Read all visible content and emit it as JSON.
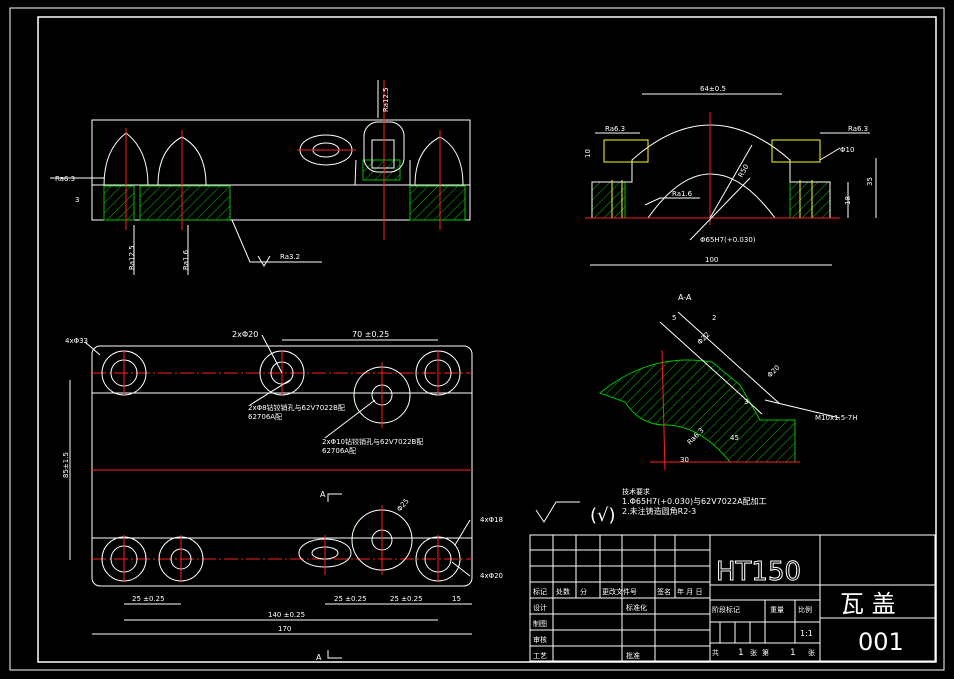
{
  "views": {
    "front": {
      "roughness": {
        "left": "Ra6.3",
        "bottom1": "Ra12.5",
        "bottom2": "Ra1.6",
        "leader": "Ra3.2",
        "top": "Ra12.5"
      },
      "dim_3": "3"
    },
    "side": {
      "dim_top": "64±0.5",
      "ra_left": "Ra6.3",
      "ra_right": "Ra6.3",
      "ra_center": "Ra1.6",
      "dim_r": "R50",
      "dim_phi65": "Φ65H7(+0.030)",
      "dim_100": "100",
      "dim_35": "35",
      "dim_18": "18",
      "dim_10": "10",
      "dim_phi10": "Φ10"
    },
    "section": {
      "label": "A-A",
      "thread": "M10x1.5-7H",
      "dim_5": "5",
      "dim_3": "3",
      "dim_phi22": "Φ22",
      "dim_phi20": "Φ20",
      "dim_ra": "Ra6.3",
      "dim_2": "2",
      "dim_30": "30",
      "dim_45": "45"
    },
    "plan": {
      "c_note": "4xΦ33",
      "hole_2x20": "2xΦ20",
      "dim_70": "70 ±0.25",
      "note_pin1": "2xΦ8钻铰销孔与62V7022B配",
      "note_pin1b": "62706A配",
      "note_pin2": "2xΦ10钻铰销孔与62V7022B配",
      "note_pin2b": "62706A配",
      "dim_height": "85±1.5",
      "phi25": "Φ25",
      "hole_4x18": "4xΦ18",
      "hole_4x20": "4xΦ20",
      "section_mark": "A",
      "dim_25a": "25 ±0.25",
      "dim_25b": "25 ±0.25",
      "dim_25c": "25 ±0.25",
      "dim_15": "15",
      "dim_140": "140 ±0.25",
      "dim_170": "170"
    }
  },
  "notes": {
    "heading": "技术要求",
    "line1": "1.Φ65H7(+0.030)与62V7022A配加工",
    "line2": "2.未注铸造圆角R2-3"
  },
  "title_block": {
    "material": "HT150",
    "part_name": "瓦  盖",
    "drawing_no": "001",
    "scale": "1:1",
    "row_labels": [
      "标记",
      "设计",
      "制图",
      "审核",
      "工艺"
    ],
    "header_cols": [
      "处数",
      "分",
      "更改文件号",
      "签名",
      "年 月 日"
    ],
    "std": "标准化",
    "approve": "批准",
    "stage": "阶段标记",
    "weight": "重量",
    "ratio": "比例",
    "total": "共",
    "total_n": "1",
    "sheet": "张",
    "page": "第",
    "page_n": "1",
    "page_unit": "张"
  }
}
